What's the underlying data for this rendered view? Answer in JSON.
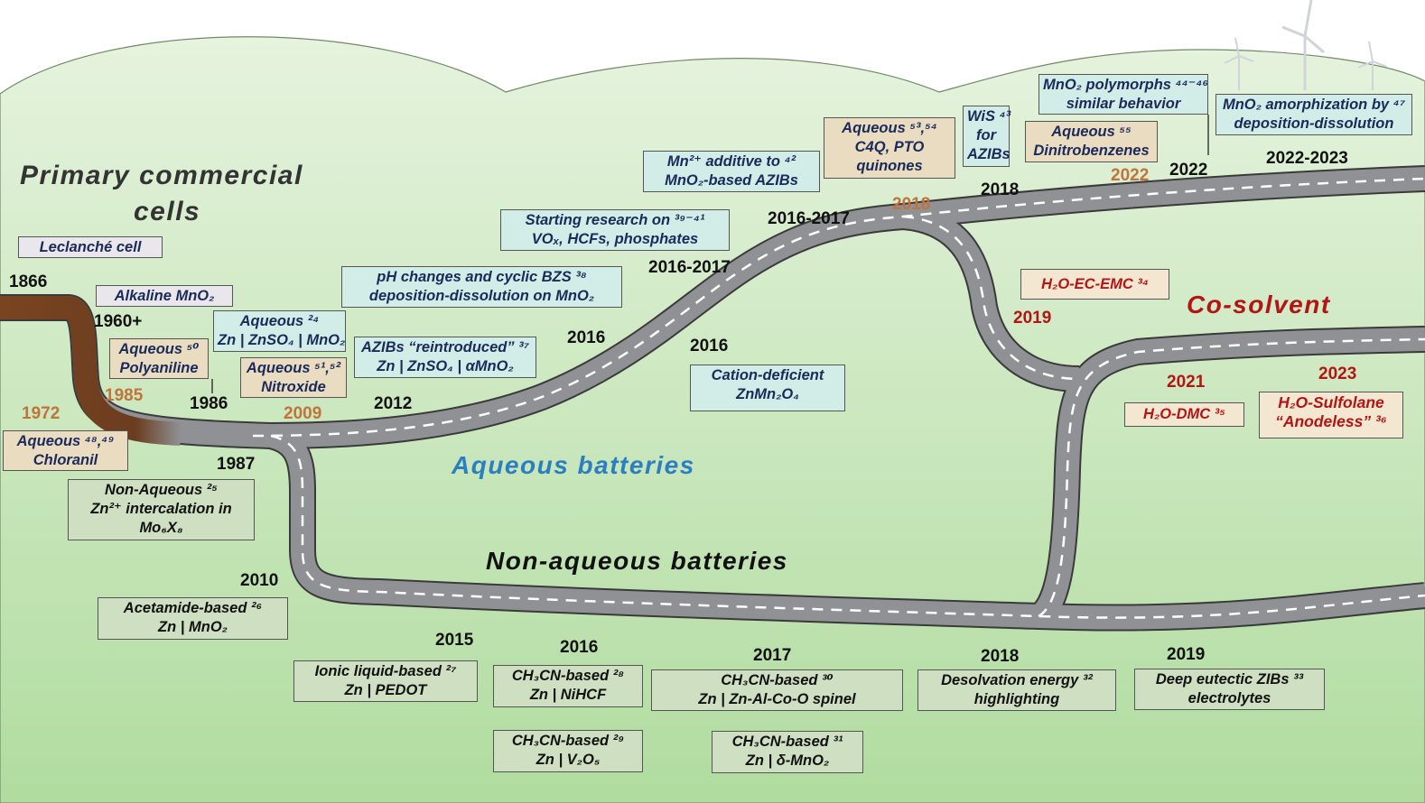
{
  "headings": {
    "primary_line1": "Primary commercial",
    "primary_line2": "cells",
    "aqueous": "Aqueous batteries",
    "nonaqueous": "Non-aqueous batteries",
    "cosolvent": "Co-solvent"
  },
  "colors": {
    "sky": "#ffffff",
    "hills": "#d4eccb",
    "ground": "#b4dea5",
    "road": "#8f9194",
    "road_edge": "#3a3a3a",
    "road_dash": "#ffffff",
    "early_road": "#7a4420",
    "heading_dark": "#333333",
    "heading_blue": "#2b7fc0",
    "heading_red": "#b31515",
    "year_orange": "#c0733a"
  },
  "years": {
    "y1866": "1866",
    "y1960": "1960+",
    "y1972": "1972",
    "y1985": "1985",
    "y1986": "1986",
    "y1987": "1987",
    "y2009": "2009",
    "y2012": "2012",
    "y2016a": "2016",
    "y2016b": "2016",
    "y2016_2017a": "2016-2017",
    "y2016_2017b": "2016-2017",
    "y2018a": "2018",
    "y2018b": "2018",
    "y2022a": "2022",
    "y2022b": "2022",
    "y2022_2023": "2022-2023",
    "y2019a": "2019",
    "y2021": "2021",
    "y2023": "2023",
    "y2010": "2010",
    "y2015": "2015",
    "y2016c": "2016",
    "y2017": "2017",
    "y2018c": "2018",
    "y2019b": "2019"
  },
  "labels": {
    "leclanche": "Leclanché cell",
    "alkaline": "Alkaline MnO₂",
    "aq_chloranil_1": "Aqueous ⁴⁸,⁴⁹",
    "aq_chloranil_2": "Chloranil",
    "aq_polyaniline_1": "Aqueous ⁵⁰",
    "aq_polyaniline_2": "Polyaniline",
    "aq_znso4_1": "Aqueous ²⁴",
    "aq_znso4_2": "Zn | ZnSO₄ | MnO₂",
    "aq_nitroxide_1": "Aqueous ⁵¹,⁵²",
    "aq_nitroxide_2": "Nitroxide",
    "azibs_1": "AZIBs “reintroduced” ³⁷",
    "azibs_2": "Zn | ZnSO₄ | αMnO₂",
    "ph_1": "pH changes and cyclic BZS ³⁸",
    "ph_2": "deposition-dissolution on MnO₂",
    "starting_1": "Starting research on ³⁹⁻⁴¹",
    "starting_2": "VOₓ, HCFs, phosphates",
    "mn_additive_1": "Mn²⁺ additive to ⁴²",
    "mn_additive_2": "MnO₂-based AZIBs",
    "cation_1": "Cation-deficient",
    "cation_2": "ZnMn₂O₄",
    "c4q_1": "Aqueous ⁵³,⁵⁴",
    "c4q_2": "C4Q, PTO",
    "c4q_3": "quinones",
    "wis_1": "WiS ⁴³",
    "wis_2": "for",
    "wis_3": "AZIBs",
    "dinitro_1": "Aqueous ⁵⁵",
    "dinitro_2": "Dinitrobenzenes",
    "polymorphs_1": "MnO₂ polymorphs ⁴⁴⁻⁴⁶",
    "polymorphs_2": "similar behavior",
    "amorph_1": "MnO₂ amorphization by ⁴⁷",
    "amorph_2": "deposition-dissolution",
    "ec_emc": "H₂O-EC-EMC ³⁴",
    "dmc": "H₂O-DMC ³⁵",
    "sulfolane_1": "H₂O-Sulfolane",
    "sulfolane_2": "“Anodeless” ³⁶",
    "nonaq_1": "Non-Aqueous ²⁵",
    "nonaq_2": "Zn²⁺ intercalation in",
    "nonaq_3": "Mo₆X₈",
    "acetamide_1": "Acetamide-based ²⁶",
    "acetamide_2": "Zn | MnO₂",
    "ionic_1": "Ionic liquid-based ²⁷",
    "ionic_2": "Zn | PEDOT",
    "ch3cn28_1": "CH₃CN-based ²⁸",
    "ch3cn28_2": "Zn | NiHCF",
    "ch3cn29_1": "CH₃CN-based ²⁹",
    "ch3cn29_2": "Zn | V₂O₅",
    "ch3cn30_1": "CH₃CN-based ³⁰",
    "ch3cn30_2": "Zn | Zn-Al-Co-O spinel",
    "ch3cn31_1": "CH₃CN-based ³¹",
    "ch3cn31_2": "Zn | δ-MnO₂",
    "desolv_1": "Desolvation energy ³²",
    "desolv_2": "highlighting",
    "deep_1": "Deep eutectic ZIBs ³³",
    "deep_2": "electrolytes"
  }
}
